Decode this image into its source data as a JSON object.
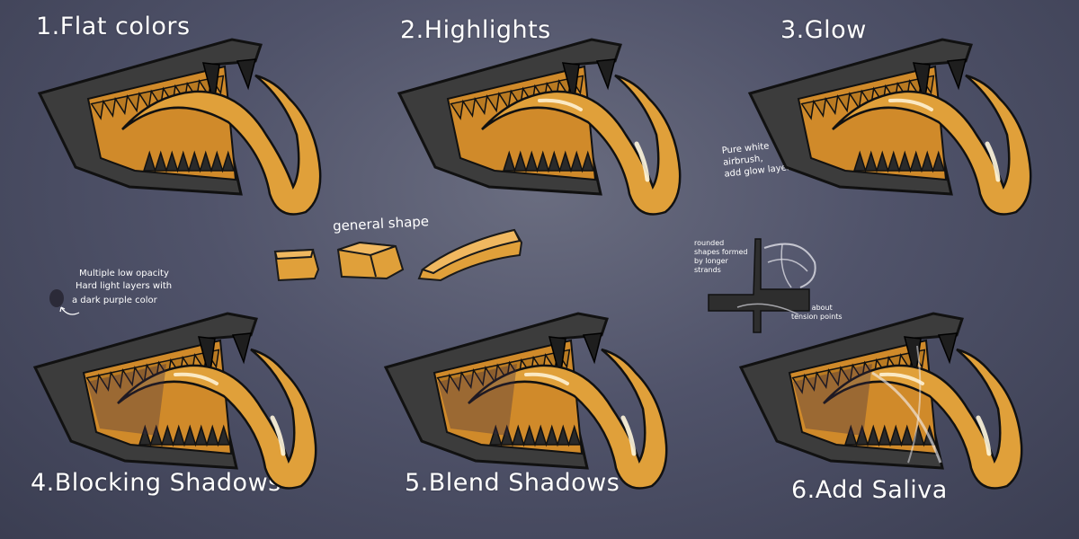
{
  "steps": [
    {
      "label": "1.Flat colors"
    },
    {
      "label": "2.Highlights"
    },
    {
      "label": "3.Glow"
    },
    {
      "label": "4.Blocking Shadows"
    },
    {
      "label": "5.Blend Shadows"
    },
    {
      "label": "6.Add Saliva"
    }
  ],
  "notes": {
    "glow": "Pure white\nairbrush,\nadd glow layer",
    "shadows_line1": "Multiple low opacity",
    "shadows_line2": "Hard light layers with",
    "shadows_line3": "a dark purple color",
    "general_shape": "general shape",
    "saliva_left": "rounded\nshapes formed\nby longer\nstrands",
    "saliva_right": "think about\ntension points"
  },
  "colors": {
    "background": "#50536a",
    "tongue": "#e0a03a",
    "mouth_frame": "#3c3c3c",
    "teeth": "#2a2a2a",
    "shadow_swatch": "#2b2a38"
  }
}
